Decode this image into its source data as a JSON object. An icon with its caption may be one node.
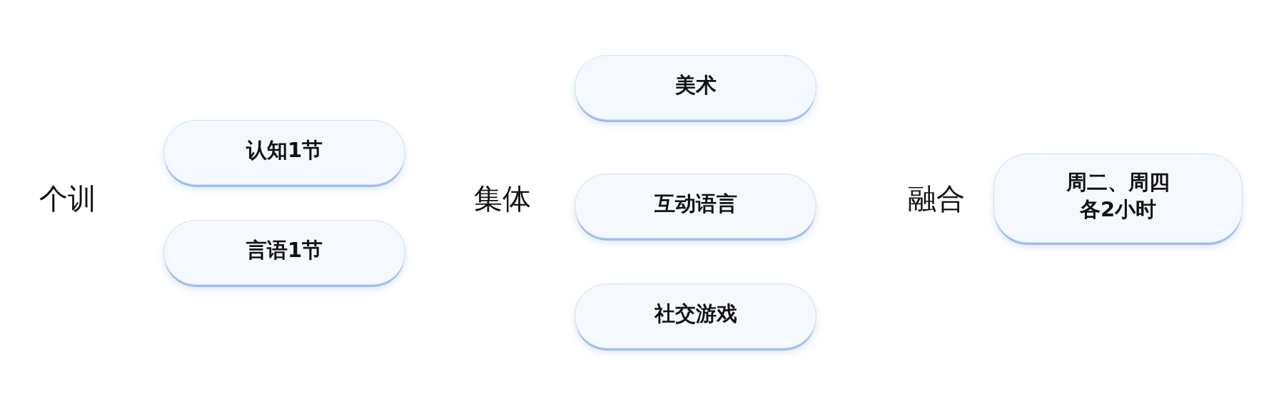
{
  "diagram": {
    "nodes": [
      {
        "text": [
          "认知1节"
        ]
      },
      {
        "text": [
          "言语1节"
        ]
      },
      {
        "text": [
          "美术"
        ]
      },
      {
        "text": [
          "互动语言"
        ]
      },
      {
        "text": [
          "社交游戏"
        ]
      },
      {
        "text": [
          "周二、周四各2小时"
        ]
      }
    ],
    "labels": [
      "个训",
      "集体",
      "融合"
    ]
  }
}
